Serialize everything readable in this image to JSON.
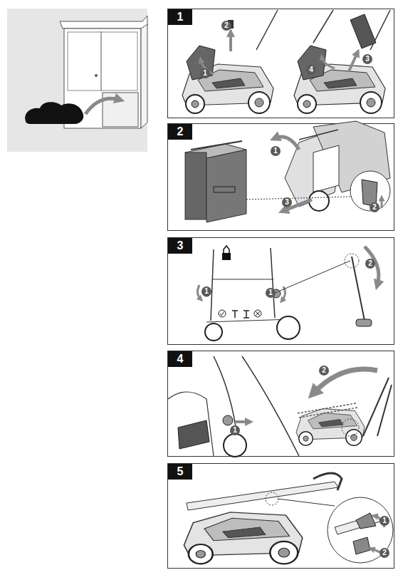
{
  "diagram": {
    "nodes": [
      {
        "text": [
          "1"
        ]
      },
      {
        "text": [
          "1"
        ],
        "in": 0
      },
      {
        "text": [
          "2"
        ],
        "in": 0
      },
      {
        "text": [
          "4"
        ],
        "in": 0
      },
      {
        "text": [
          "3"
        ],
        "in": 0
      },
      {
        "text": [
          "2"
        ]
      },
      {
        "text": [
          "1"
        ],
        "in": 5
      },
      {
        "text": [
          "3"
        ],
        "in": 5
      },
      {
        "text": [
          "2"
        ],
        "in": 5
      },
      {
        "text": [
          "3"
        ]
      },
      {
        "text": [
          "1"
        ],
        "in": 9
      },
      {
        "text": [
          "1"
        ],
        "in": 9
      },
      {
        "text": [
          "2"
        ],
        "in": 9
      },
      {
        "text": [
          "4"
        ]
      },
      {
        "text": [
          "1"
        ],
        "in": 13
      },
      {
        "text": [
          "2"
        ],
        "in": 13
      },
      {
        "text": [
          "5"
        ]
      },
      {
        "text": [
          "1"
        ],
        "in": 16
      },
      {
        "text": [
          "2"
        ],
        "in": 16
      }
    ]
  }
}
